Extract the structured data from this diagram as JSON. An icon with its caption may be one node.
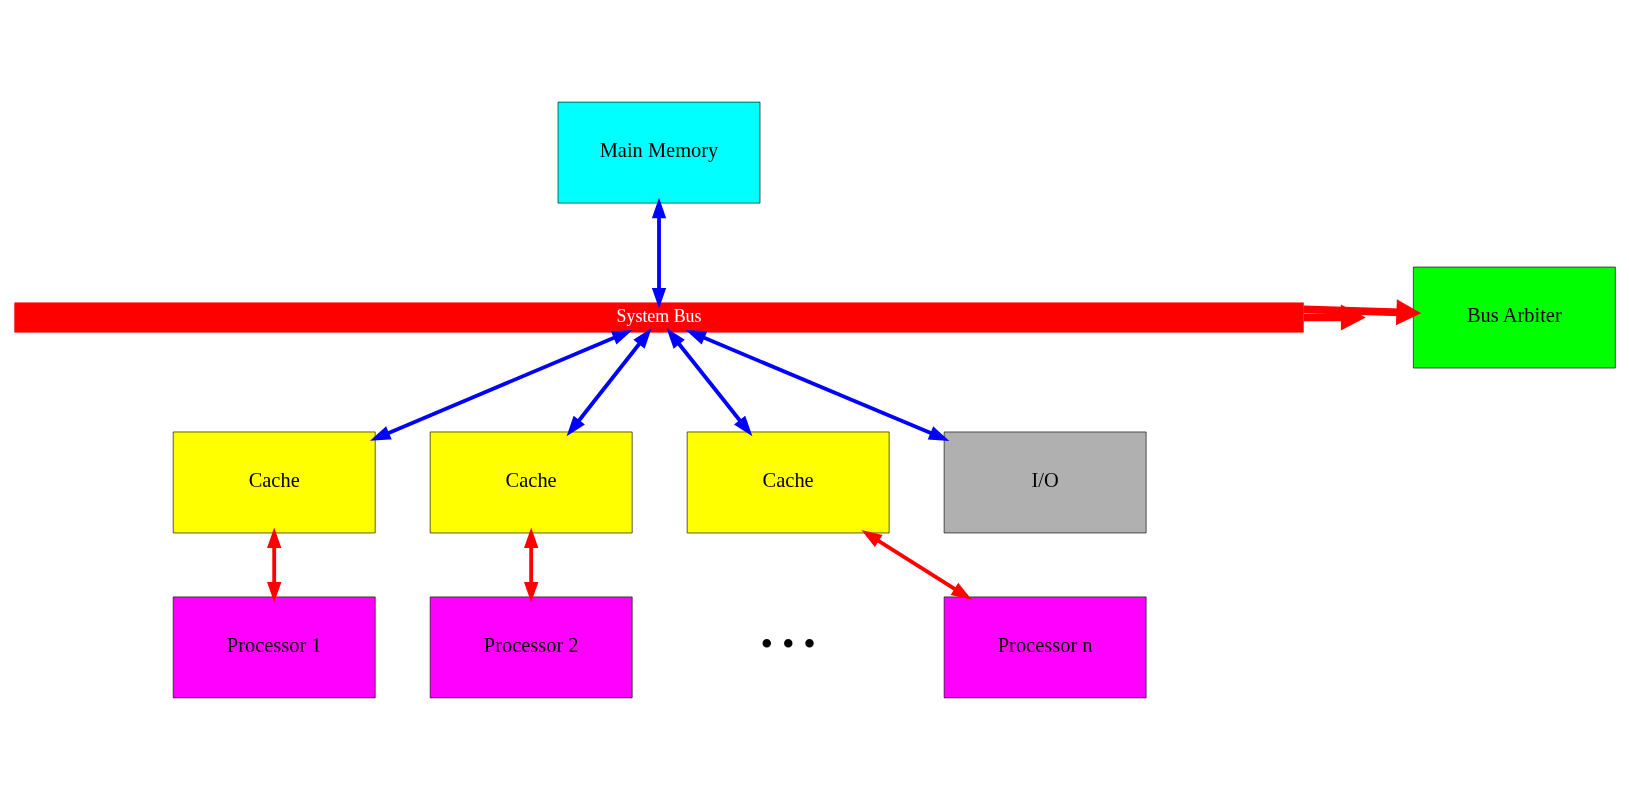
{
  "diagram": {
    "nodes": [
      {
        "text": [
          "Main Memory"
        ]
      },
      {
        "text": [
          "Bus Arbiter"
        ]
      },
      {
        "text": [
          "System Bus"
        ]
      },
      {
        "text": [
          "Cache"
        ]
      },
      {
        "text": [
          "Cache"
        ]
      },
      {
        "text": [
          "Cache"
        ]
      },
      {
        "text": [
          "I/O"
        ]
      },
      {
        "text": [
          "Processor 1"
        ]
      },
      {
        "text": [
          "Processor 2"
        ]
      },
      {
        "text": [
          "Processor n"
        ]
      }
    ],
    "edges": [
      {
        "from": 2,
        "to": 0,
        "arrow": "both",
        "color": "#0000ff"
      },
      {
        "from": 2,
        "to": 1,
        "arrow": "to",
        "color": "#ff0000",
        "style": "thick"
      },
      {
        "from": 2,
        "to": null,
        "arrow": "to",
        "color": "#ff0000",
        "style": "thick"
      },
      {
        "from": 2,
        "to": 3,
        "arrow": "both",
        "color": "#0000ff"
      },
      {
        "from": 2,
        "to": 4,
        "arrow": "both",
        "color": "#0000ff"
      },
      {
        "from": 2,
        "to": 5,
        "arrow": "both",
        "color": "#0000ff"
      },
      {
        "from": 2,
        "to": 6,
        "arrow": "both",
        "color": "#0000ff"
      },
      {
        "from": 3,
        "to": 7,
        "arrow": "both",
        "color": "#ff0000"
      },
      {
        "from": 4,
        "to": 8,
        "arrow": "both",
        "color": "#ff0000"
      },
      {
        "from": 5,
        "to": 9,
        "arrow": "both",
        "color": "#ff0000"
      }
    ],
    "labels": [
      "• • •"
    ]
  }
}
